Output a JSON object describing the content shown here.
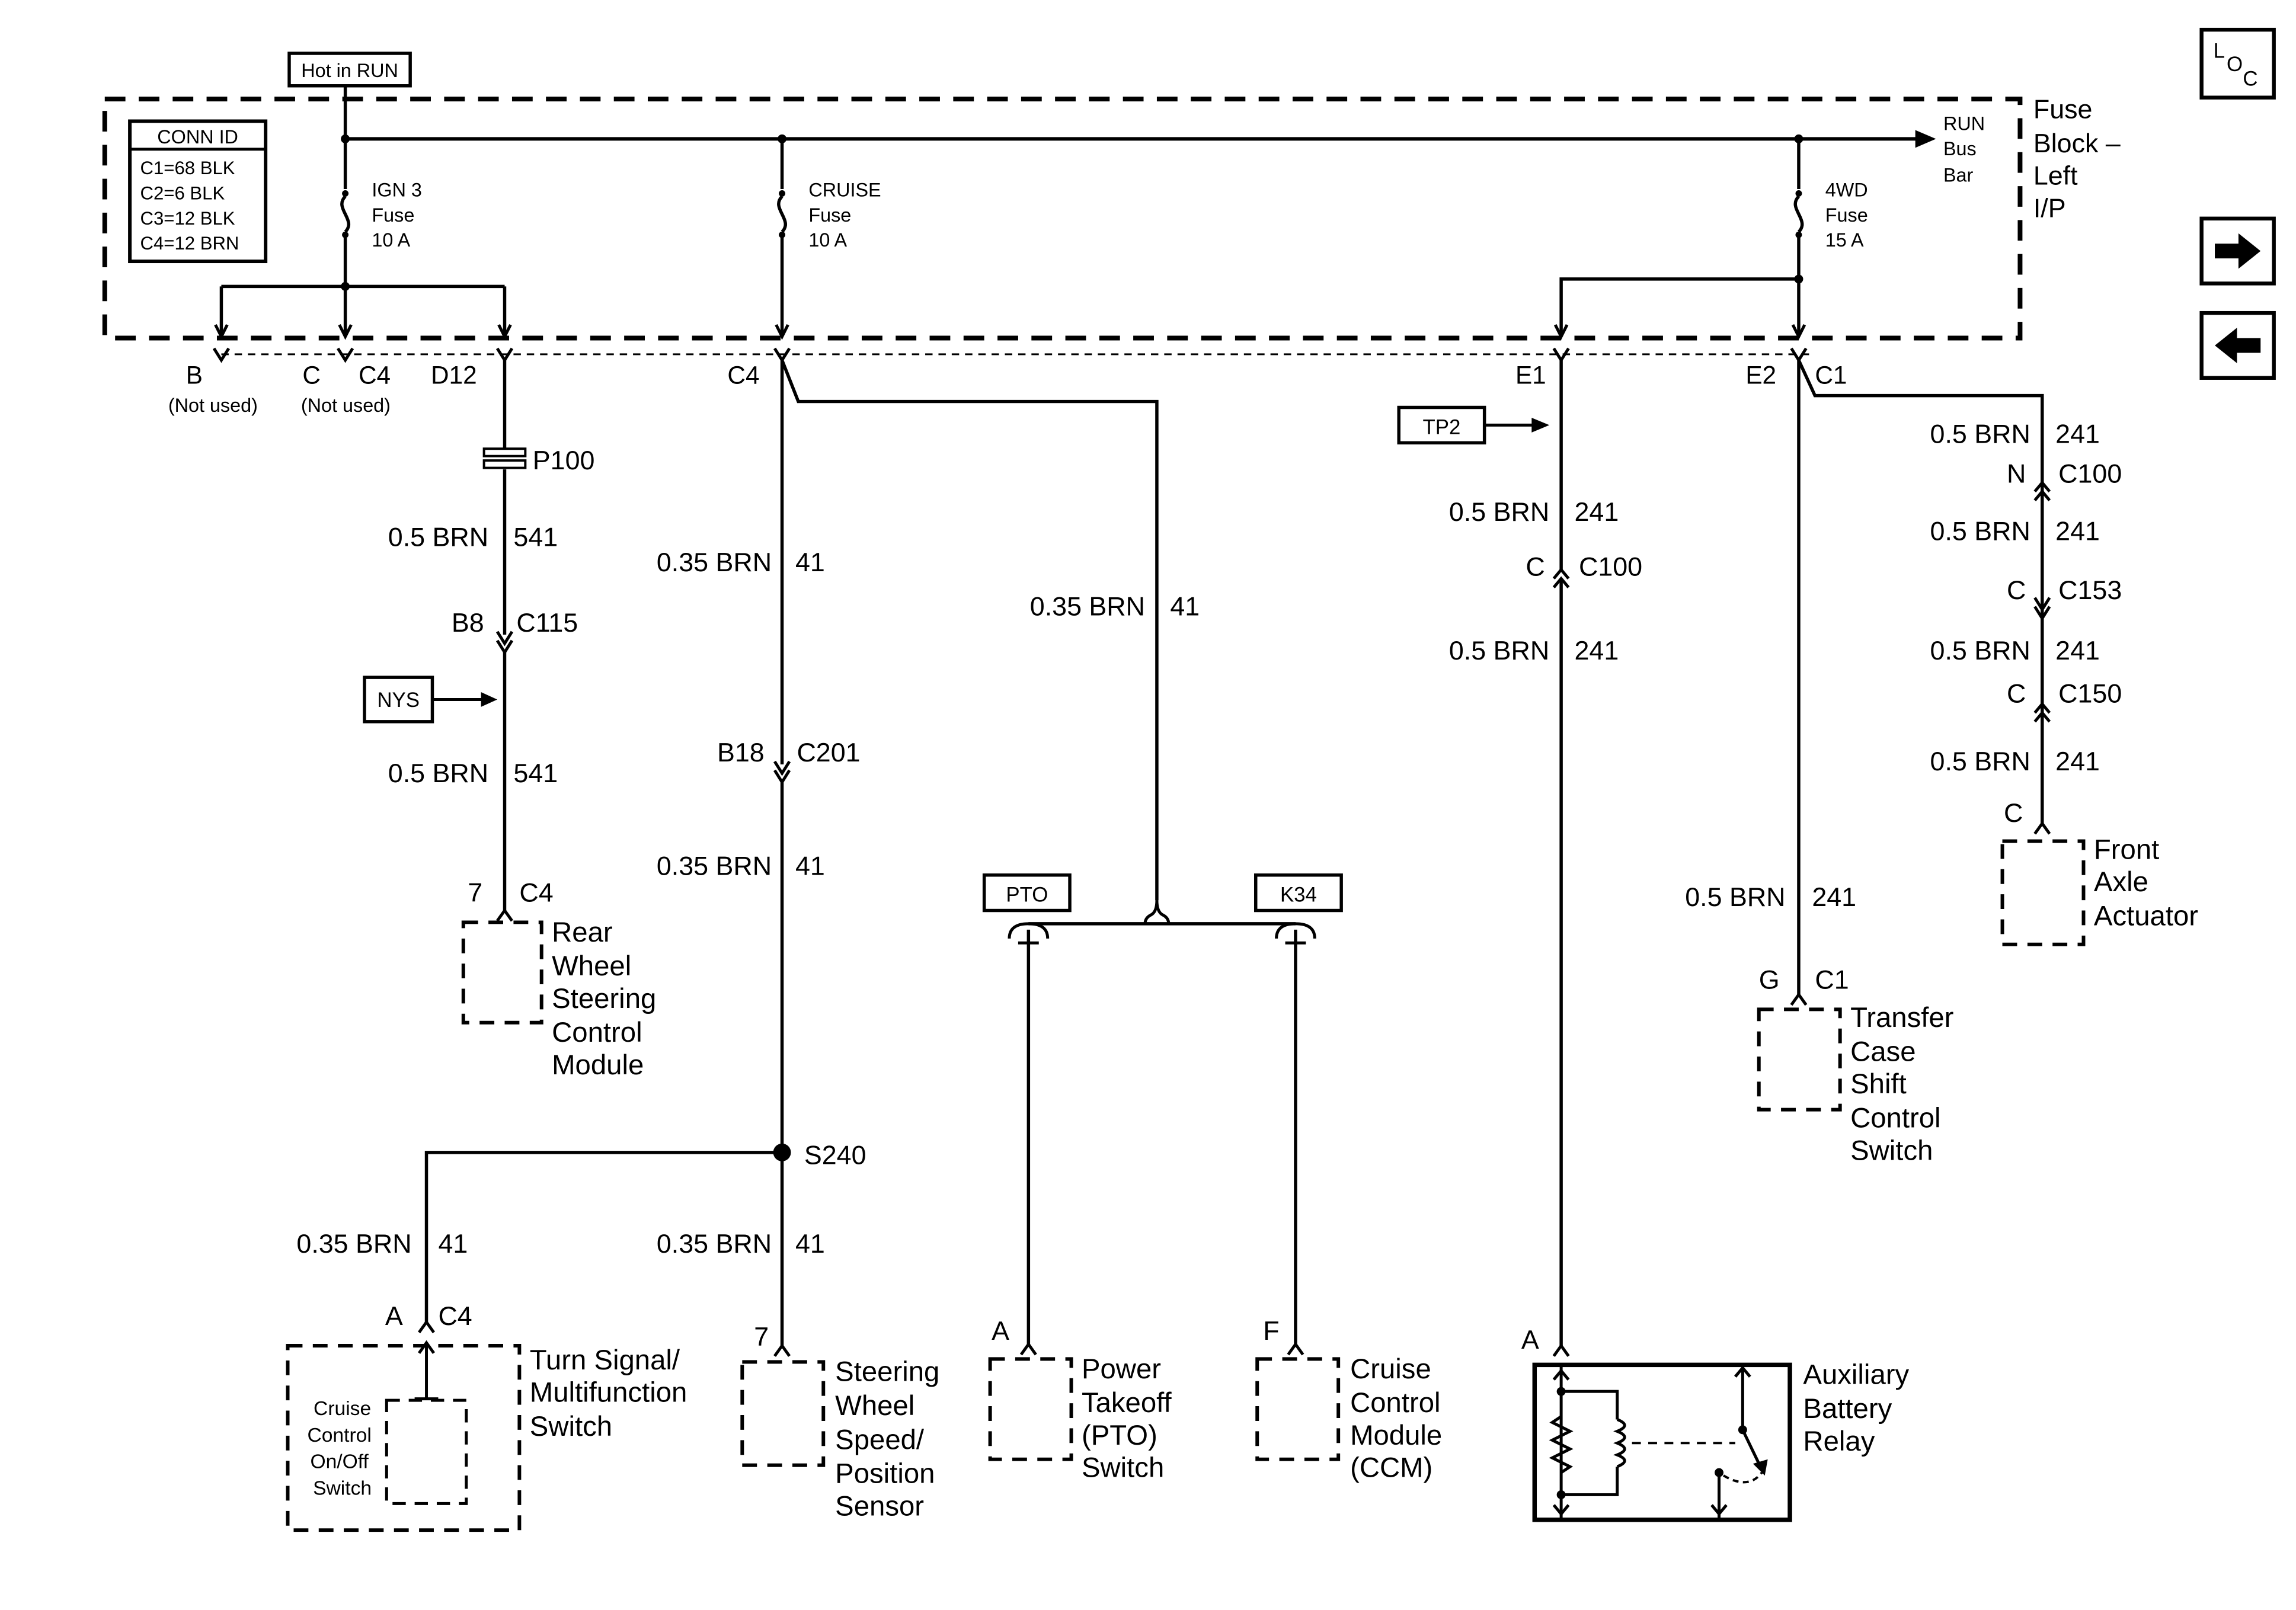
{
  "boxes": {
    "hot_in_run": "Hot in RUN",
    "tp2": "TP2",
    "nys": "NYS",
    "pto": "PTO",
    "k34": "K34"
  },
  "conn_id": {
    "title": "CONN ID",
    "rows": [
      "C1=68 BLK",
      "C2=6 BLK",
      "C3=12 BLK",
      "C4=12 BRN"
    ]
  },
  "fuse_block": {
    "label": [
      "Fuse",
      "Block –",
      "Left",
      "I/P"
    ],
    "run_bus": [
      "RUN",
      "Bus",
      "Bar"
    ],
    "fuses": [
      {
        "lines": [
          "IGN 3",
          "Fuse",
          "10 A"
        ]
      },
      {
        "lines": [
          "CRUISE",
          "Fuse",
          "10 A"
        ]
      },
      {
        "lines": [
          "4WD",
          "Fuse",
          "15 A"
        ]
      }
    ]
  },
  "pins": {
    "b": "B",
    "c": "C",
    "c4_top": "C4",
    "not_used": "(Not used)",
    "d12": "D12",
    "c4_mid": "C4",
    "e1": "E1",
    "e2": "E2",
    "c1_top": "C1"
  },
  "branch_rws": {
    "p100": "P100",
    "wire1": "0.5 BRN",
    "circ1": "541",
    "b8": "B8",
    "c115": "C115",
    "wire2": "0.5 BRN",
    "circ2": "541",
    "pin": "7",
    "conn": "C4",
    "module": [
      "Rear",
      "Wheel",
      "Steering",
      "Control",
      "Module"
    ]
  },
  "branch_cruise": {
    "wire1": "0.35 BRN",
    "circ1": "41",
    "b18": "B18",
    "c201": "C201",
    "wire2": "0.35 BRN",
    "circ2": "41",
    "s240": "S240",
    "wire_turn": "0.35 BRN",
    "circ_turn": "41",
    "wire_sws": "0.35 BRN",
    "circ_sws": "41",
    "turn_pin": "A",
    "turn_conn": "C4",
    "turn_module": [
      "Turn Signal/",
      "Multifunction",
      "Switch"
    ],
    "inner_switch": [
      "Cruise",
      "Control",
      "On/Off",
      "Switch"
    ],
    "sws_pin": "7",
    "sws_module": [
      "Steering",
      "Wheel",
      "Speed/",
      "Position",
      "Sensor"
    ]
  },
  "branch_pto": {
    "wire": "0.35 BRN",
    "circ": "41",
    "pto_pin": "A",
    "pto_module": [
      "Power",
      "Takeoff",
      "(PTO)",
      "Switch"
    ],
    "ccm_pin": "F",
    "ccm_module": [
      "Cruise",
      "Control",
      "Module",
      "(CCM)"
    ]
  },
  "branch_relay": {
    "wire1": "0.5 BRN",
    "circ1": "241",
    "c": "C",
    "c100": "C100",
    "wire2": "0.5 BRN",
    "circ2": "241",
    "pin": "A",
    "module": [
      "Auxiliary",
      "Battery",
      "Relay"
    ]
  },
  "branch_tcase": {
    "wire": "0.5 BRN",
    "circ": "241",
    "pin": "G",
    "conn": "C1",
    "module": [
      "Transfer",
      "Case",
      "Shift",
      "Control",
      "Switch"
    ]
  },
  "branch_axle": {
    "wire1": "0.5 BRN",
    "circ1": "241",
    "n": "N",
    "c100": "C100",
    "wire2": "0.5 BRN",
    "circ2": "241",
    "c_a": "C",
    "c153": "C153",
    "wire3": "0.5 BRN",
    "circ3": "241",
    "c_b": "C",
    "c150": "C150",
    "wire4": "0.5 BRN",
    "circ4": "241",
    "pin": "C",
    "module": [
      "Front",
      "Axle",
      "Actuator"
    ]
  },
  "nav": {
    "loc_main": "L",
    "loc_sub1": "O",
    "loc_sub2": "C",
    "next_icon": "arrow-right-icon",
    "prev_icon": "arrow-left-icon"
  }
}
